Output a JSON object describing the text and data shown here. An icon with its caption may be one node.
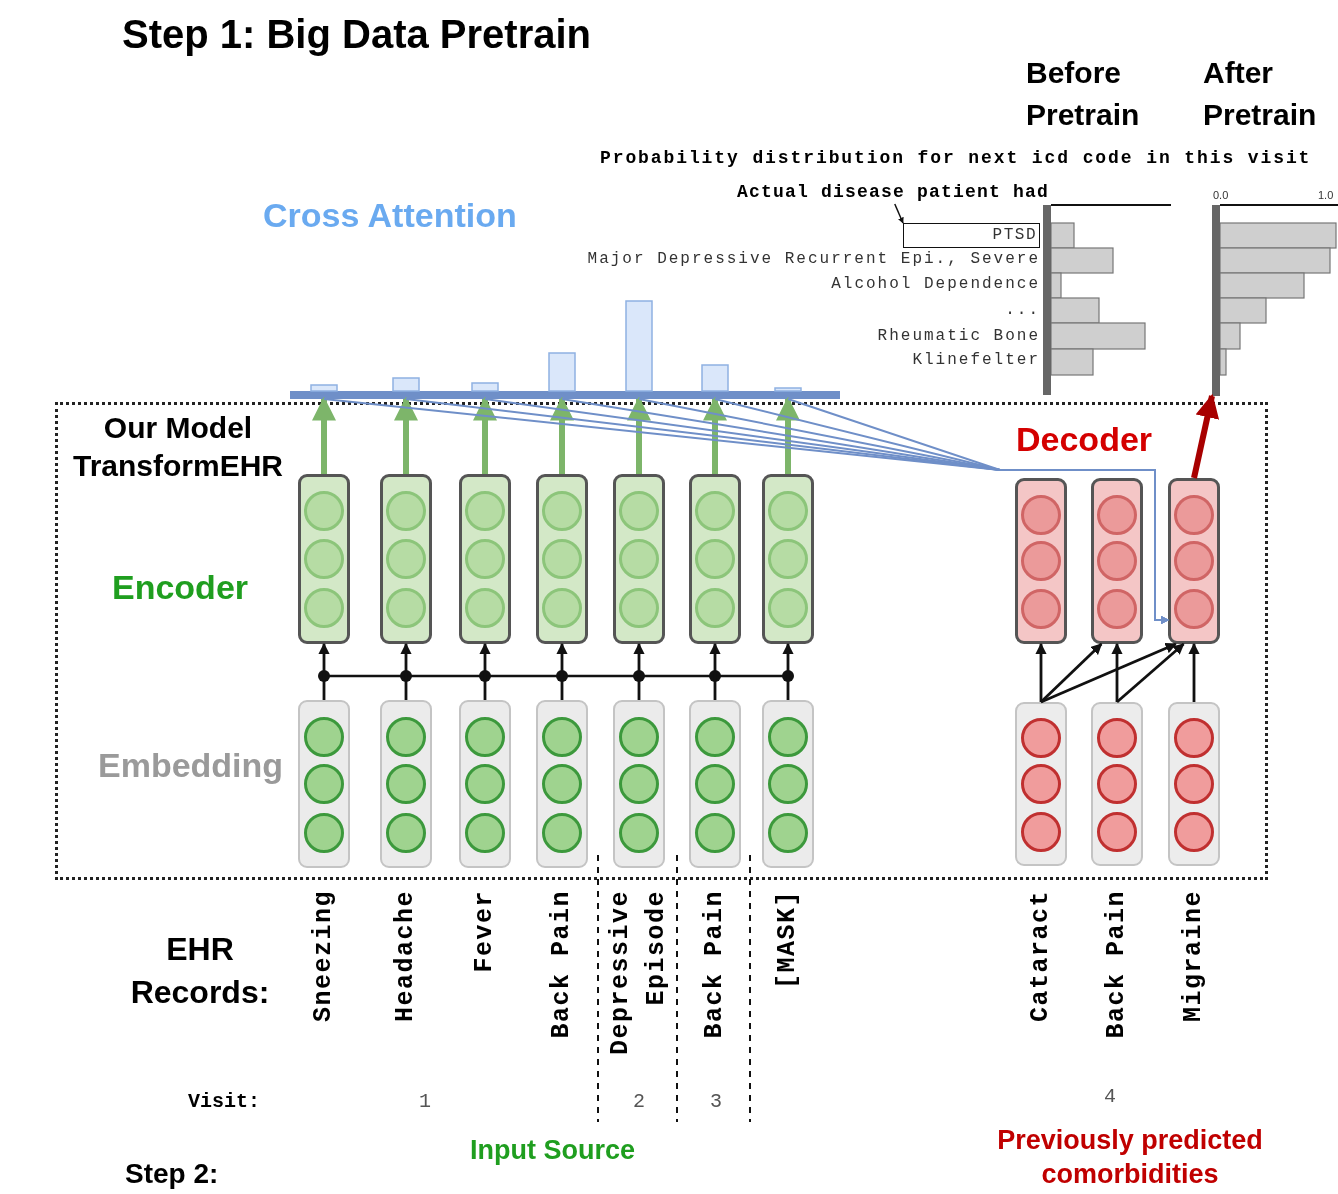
{
  "diagram": {
    "title": "Step 1: Big Data Pretrain",
    "nodes": [
      {
        "text": [
          "Our Model TransformEHR"
        ]
      },
      {
        "text": [],
        "shape": "box",
        "in": 0
      },
      {
        "text": [],
        "shape": "box",
        "in": 0
      },
      {
        "text": [],
        "shape": "box",
        "in": 0
      },
      {
        "text": [],
        "shape": "box",
        "in": 0
      },
      {
        "text": [],
        "shape": "box",
        "in": 0
      },
      {
        "text": [],
        "shape": "box",
        "in": 0
      },
      {
        "text": [],
        "shape": "box",
        "in": 0
      },
      {
        "text": [],
        "shape": "box",
        "in": 0,
        "beside": [
          "Sneezing"
        ]
      },
      {
        "text": [],
        "shape": "box",
        "in": 0,
        "beside": [
          "Headache"
        ]
      },
      {
        "text": [],
        "shape": "box",
        "in": 0,
        "beside": [
          "Fever"
        ]
      },
      {
        "text": [],
        "shape": "box",
        "in": 0,
        "beside": [
          "Back Pain"
        ]
      },
      {
        "text": [],
        "shape": "box",
        "in": 0,
        "beside": [
          "Depressive Episode"
        ]
      },
      {
        "text": [],
        "shape": "box",
        "in": 0,
        "beside": [
          "Back Pain"
        ]
      },
      {
        "text": [],
        "shape": "box",
        "in": 0,
        "beside": [
          "[MASK]"
        ]
      },
      {
        "text": [],
        "shape": "box",
        "in": 0
      },
      {
        "text": [],
        "shape": "box",
        "in": 0
      },
      {
        "text": [],
        "shape": "box",
        "in": 0
      },
      {
        "text": [],
        "shape": "box",
        "in": 0,
        "beside": [
          "Cataract"
        ]
      },
      {
        "text": [],
        "shape": "box",
        "in": 0,
        "beside": [
          "Back Pain"
        ]
      },
      {
        "text": [],
        "shape": "box",
        "in": 0,
        "beside": [
          "Migraine"
        ]
      },
      {
        "text": [],
        "shape": "bar"
      },
      {
        "text": [
          "Actual disease patient had"
        ]
      },
      {
        "text": [
          "PTSD"
        ]
      },
      {
        "text": [],
        "shape": "picture"
      }
    ],
    "edges": [
      {
        "from": 8,
        "to": 1,
        "arrow": "to"
      },
      {
        "from": 9,
        "to": 2,
        "arrow": "to"
      },
      {
        "from": 10,
        "to": 3,
        "arrow": "to"
      },
      {
        "from": 11,
        "to": 4,
        "arrow": "to"
      },
      {
        "from": 12,
        "to": 5,
        "arrow": "to"
      },
      {
        "from": 13,
        "to": 6,
        "arrow": "to"
      },
      {
        "from": 14,
        "to": 7,
        "arrow": "to"
      },
      {
        "from": 1,
        "to": 21,
        "arrow": "to",
        "style": "thick",
        "color": "#7db56a"
      },
      {
        "from": 2,
        "to": 21,
        "arrow": "to",
        "style": "thick",
        "color": "#7db56a"
      },
      {
        "from": 3,
        "to": 21,
        "arrow": "to",
        "style": "thick",
        "color": "#7db56a"
      },
      {
        "from": 4,
        "to": 21,
        "arrow": "to",
        "style": "thick",
        "color": "#7db56a"
      },
      {
        "from": 5,
        "to": 21,
        "arrow": "to",
        "style": "thick",
        "color": "#7db56a"
      },
      {
        "from": 6,
        "to": 21,
        "arrow": "to",
        "style": "thick",
        "color": "#7db56a"
      },
      {
        "from": 7,
        "to": 21,
        "arrow": "to",
        "style": "thick",
        "color": "#7db56a"
      },
      {
        "from": 21,
        "to": 17,
        "arrow": "to",
        "color": "#6f8fc8"
      },
      {
        "from": 21,
        "to": 17,
        "arrow": "to",
        "color": "#6f8fc8"
      },
      {
        "from": 21,
        "to": 17,
        "arrow": "to",
        "color": "#6f8fc8"
      },
      {
        "from": 21,
        "to": 17,
        "arrow": "to",
        "color": "#6f8fc8"
      },
      {
        "from": 21,
        "to": 17,
        "arrow": "to",
        "color": "#6f8fc8"
      },
      {
        "from": 21,
        "to": 17,
        "arrow": "to",
        "color": "#6f8fc8"
      },
      {
        "from": 21,
        "to": 17,
        "arrow": "to",
        "color": "#6f8fc8"
      },
      {
        "from": 18,
        "to": 15,
        "arrow": "to"
      },
      {
        "from": 18,
        "to": 16,
        "arrow": "to"
      },
      {
        "from": 18,
        "to": 17,
        "arrow": "to"
      },
      {
        "from": 19,
        "to": 16,
        "arrow": "to"
      },
      {
        "from": 19,
        "to": 17,
        "arrow": "to"
      },
      {
        "from": 20,
        "to": 17,
        "arrow": "to"
      },
      {
        "from": 17,
        "to": 24,
        "arrow": "to",
        "style": "thick",
        "color": "#a80000"
      },
      {
        "from": 22,
        "to": 23,
        "arrow": "to"
      }
    ],
    "labels": [
      "Cross Attention",
      "Before Pretrain",
      "After Pretrain",
      "Probability distribution for next icd code in this visit",
      "Major Depressive Recurrent Epi., Severe",
      "Alcohol Dependence",
      "...",
      "Rheumatic Bone",
      "Klinefelter",
      "0.0",
      "1.0",
      "Encoder",
      "Embedding",
      "Decoder",
      "EHR Records:",
      "Visit:",
      "1",
      "2",
      "3",
      "4",
      "Input Source",
      "Previously predicted comorbidities",
      "Step 2:"
    ]
  }
}
